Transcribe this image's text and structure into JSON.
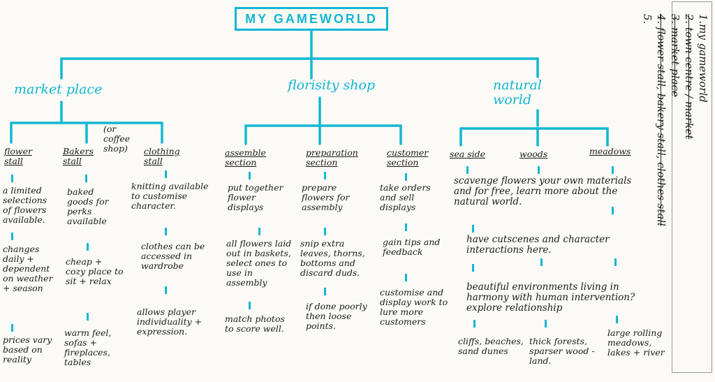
{
  "title": "MY GAMEWORLD",
  "side_list": [
    "1.my gameworld",
    "2. town centre / market",
    "3. market place",
    "4. flower stall, bakery stall, clothes stall",
    "5."
  ],
  "branches": [
    {
      "label": "market place",
      "subsections": [
        {
          "label": "flower stall",
          "note": "",
          "items": [
            "a limited selections of flowers available.",
            "changes daily + dependent on weather + season",
            "prices vary based on reality"
          ]
        },
        {
          "label": "Bakers stall",
          "note": "(or coffee shop)",
          "items": [
            "baked goods for perks available",
            "cheap + cozy place to sit + relax",
            "warm feel, sofas + fireplaces, tables"
          ]
        },
        {
          "label": "clothing stall",
          "note": "",
          "items": [
            "knitting available to customise character.",
            "clothes can be accessed in wardrobe",
            "allows player individuality + expression."
          ]
        }
      ]
    },
    {
      "label": "florisity shop",
      "subsections": [
        {
          "label": "assemble section",
          "note": "",
          "items": [
            "put together flower displays",
            "all flowers laid out in baskets, select ones to use in assembly",
            "match photos to score well."
          ]
        },
        {
          "label": "preparation section",
          "note": "",
          "items": [
            "prepare flowers for assembly",
            "snip extra leaves, thorns, bottoms and discard duds.",
            "if done poorly then loose points."
          ]
        },
        {
          "label": "customer section",
          "note": "",
          "items": [
            "take orders and sell displays",
            "gain tips and feedback",
            "customise and display work to lure more customers"
          ]
        }
      ]
    },
    {
      "label": "natural world",
      "subsections": [
        {
          "label": "sea side",
          "note": "",
          "items": [
            "cliffs, beaches, sand dunes"
          ]
        },
        {
          "label": "woods",
          "note": "",
          "items": [
            "thick forests, sparser wood -land."
          ]
        },
        {
          "label": "meadows",
          "note": "",
          "items": [
            "large rolling meadows, lakes + river"
          ]
        }
      ],
      "shared_notes": [
        "scavenge flowers your own materials and for free, learn more about the natural world.",
        "have cutscenes and character interactions here.",
        "beautiful environments living in harmony with human intervention? explore relationship"
      ]
    }
  ],
  "colors": {
    "accent": "#12b6d3",
    "ink": "#1a1a1a"
  }
}
